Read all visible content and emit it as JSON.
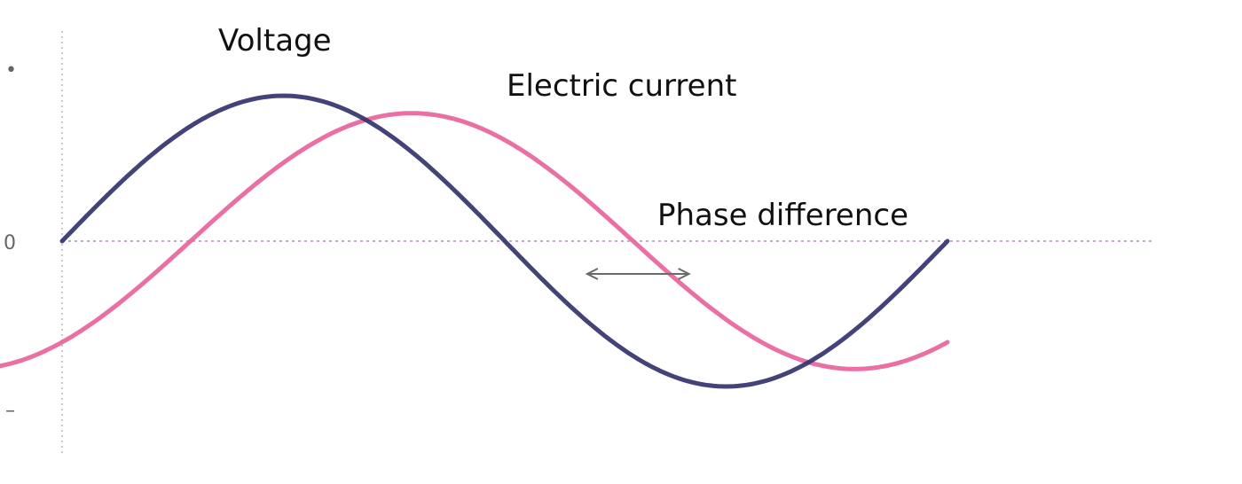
{
  "labels": {
    "voltage": "Voltage",
    "current": "Electric current",
    "phase": "Phase difference"
  },
  "y_ticks": {
    "top": "•",
    "zero": "0",
    "bottom": "–"
  },
  "colors": {
    "voltage": "#34336e",
    "current": "#e8609a",
    "axis": "#c8a8c8",
    "phase_arrow": "#6a6a6a"
  },
  "chart_data": {
    "type": "line",
    "x_unit": "cycles",
    "series": [
      {
        "id": "voltage",
        "label_ref": "labels.voltage",
        "amplitude": 1.0,
        "phase_offset": 0.0,
        "x_start": 0.0,
        "x_end": 1.0
      },
      {
        "id": "current",
        "label_ref": "labels.current",
        "amplitude": 0.88,
        "phase_offset": 0.145,
        "x_start": -0.145,
        "x_end": 1.0
      }
    ],
    "phase_difference": {
      "from": 0.553,
      "to": 0.698
    },
    "ylim": [
      -1.0,
      1.0
    ]
  }
}
